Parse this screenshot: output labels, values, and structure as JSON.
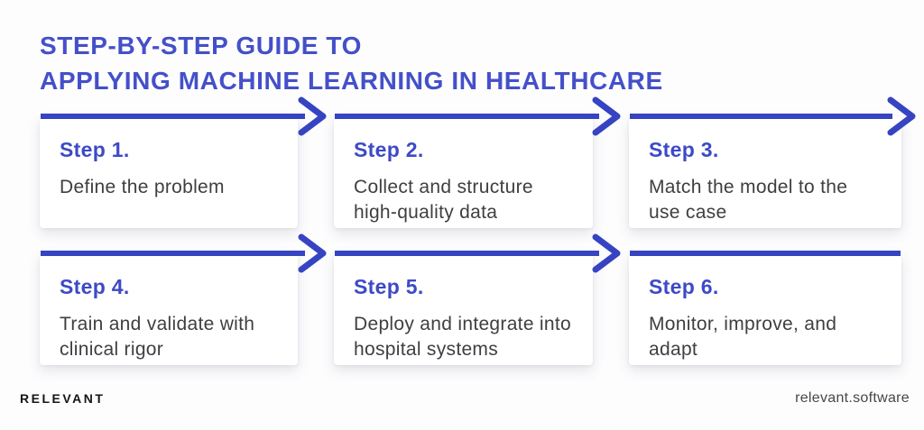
{
  "title": {
    "line1": "STEP-BY-STEP GUIDE TO",
    "line2": "APPLYING MACHINE LEARNING IN HEALTHCARE"
  },
  "steps": [
    {
      "label": "Step 1.",
      "description": "Define the problem"
    },
    {
      "label": "Step 2.",
      "description": "Collect and structure high-quality data"
    },
    {
      "label": "Step 3.",
      "description": "Match the model to the use case"
    },
    {
      "label": "Step 4.",
      "description": "Train and validate with clinical rigor"
    },
    {
      "label": "Step 5.",
      "description": "Deploy and integrate into hospital systems"
    },
    {
      "label": "Step 6.",
      "description": "Monitor, improve, and adapt"
    }
  ],
  "footer": {
    "brand": "RELEVANT",
    "website": "relevant.software"
  },
  "colors": {
    "title": "#4450c9",
    "step_label": "#3d4ac6",
    "arrow": "#3644c2",
    "body_text": "#3f3f42",
    "card_bg": "#ffffff",
    "brand_text": "#151515",
    "website_text": "#474747"
  }
}
